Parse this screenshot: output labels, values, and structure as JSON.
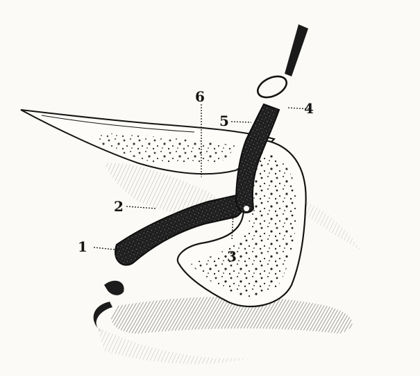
{
  "figure": {
    "colors": {
      "ink": "#141414",
      "paper": "#fbfaf6"
    },
    "labels": [
      {
        "id": "1",
        "text": "1"
      },
      {
        "id": "2",
        "text": "2"
      },
      {
        "id": "3",
        "text": "3"
      },
      {
        "id": "4",
        "text": "4"
      },
      {
        "id": "5",
        "text": "5"
      },
      {
        "id": "6",
        "text": "6"
      }
    ],
    "icons": [
      "hook-icon",
      "loop-ring-icon",
      "probe-icon"
    ]
  }
}
